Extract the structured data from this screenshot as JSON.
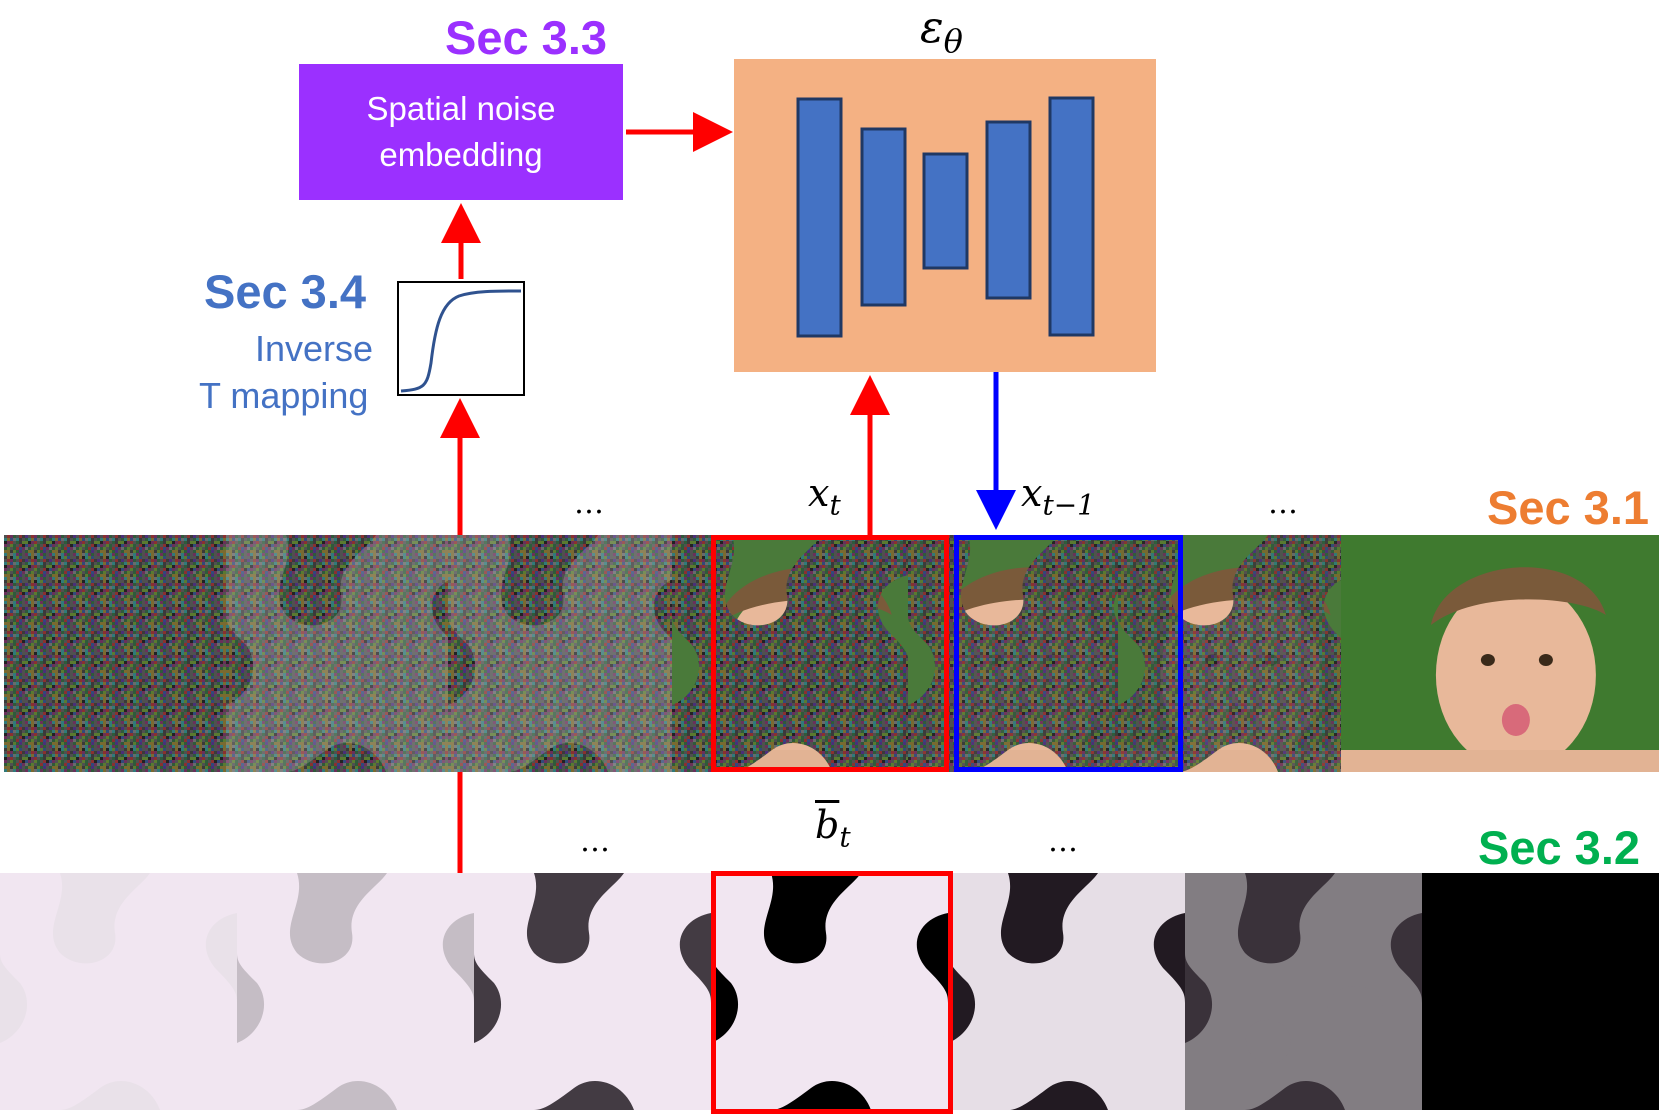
{
  "sections": {
    "sec33": "Sec 3.3",
    "sec34": "Sec 3.4",
    "sec31": "Sec 3.1",
    "sec32": "Sec 3.2"
  },
  "spatial_noise_box": {
    "line1": "Spatial noise",
    "line2": "embedding"
  },
  "mapping_label": {
    "line1": "Inverse",
    "line2": "T mapping"
  },
  "unet": {
    "label_symbol": "ε",
    "label_subscript": "θ"
  },
  "frames": {
    "xt_base": "x",
    "xt_sub": "t",
    "xt1_base": "x",
    "xt1_sub": "t−1",
    "bt_base": "b",
    "bt_sub": "t",
    "ellipsis": "…"
  },
  "colors": {
    "sec33": "#9b30ff",
    "sec34": "#4472c4",
    "sec31": "#ed7d31",
    "sec32": "#00b050",
    "unet_bg": "#f4b183",
    "unet_block": "#4472c4",
    "purple_box": "#9b30ff",
    "arrow_red": "#ff0000",
    "arrow_blue": "#0000ff"
  },
  "icons": {
    "curve": "sigmoid-curve-icon"
  },
  "mask_levels": [
    0.03,
    0.18,
    0.72,
    1.0,
    0.86,
    0.76,
    1.0
  ]
}
